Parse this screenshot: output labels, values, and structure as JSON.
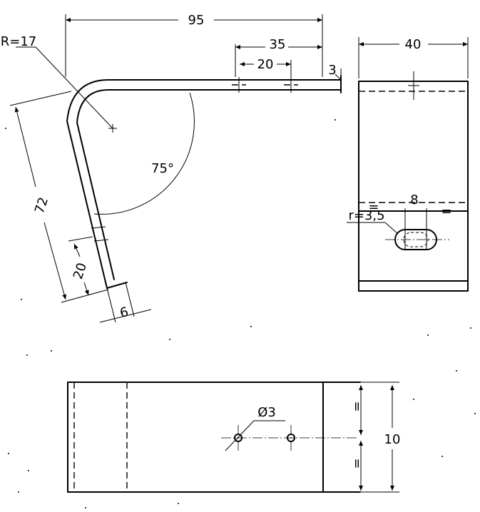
{
  "front_view": {
    "overall_length": "95",
    "hole_group_offset": "35",
    "hole_spacing": "20",
    "thickness": "3",
    "bend_radius": "R=17",
    "bend_angle": "75°",
    "leg_length": "72",
    "tab_length": "20",
    "tab_width": "6"
  },
  "side_view": {
    "width": "40",
    "slot_length": "8",
    "slot_radius": "r=3,5",
    "equal_mark": "="
  },
  "top_view": {
    "hole_diameter": "Ø3",
    "height": "10",
    "equal_mark": "="
  }
}
